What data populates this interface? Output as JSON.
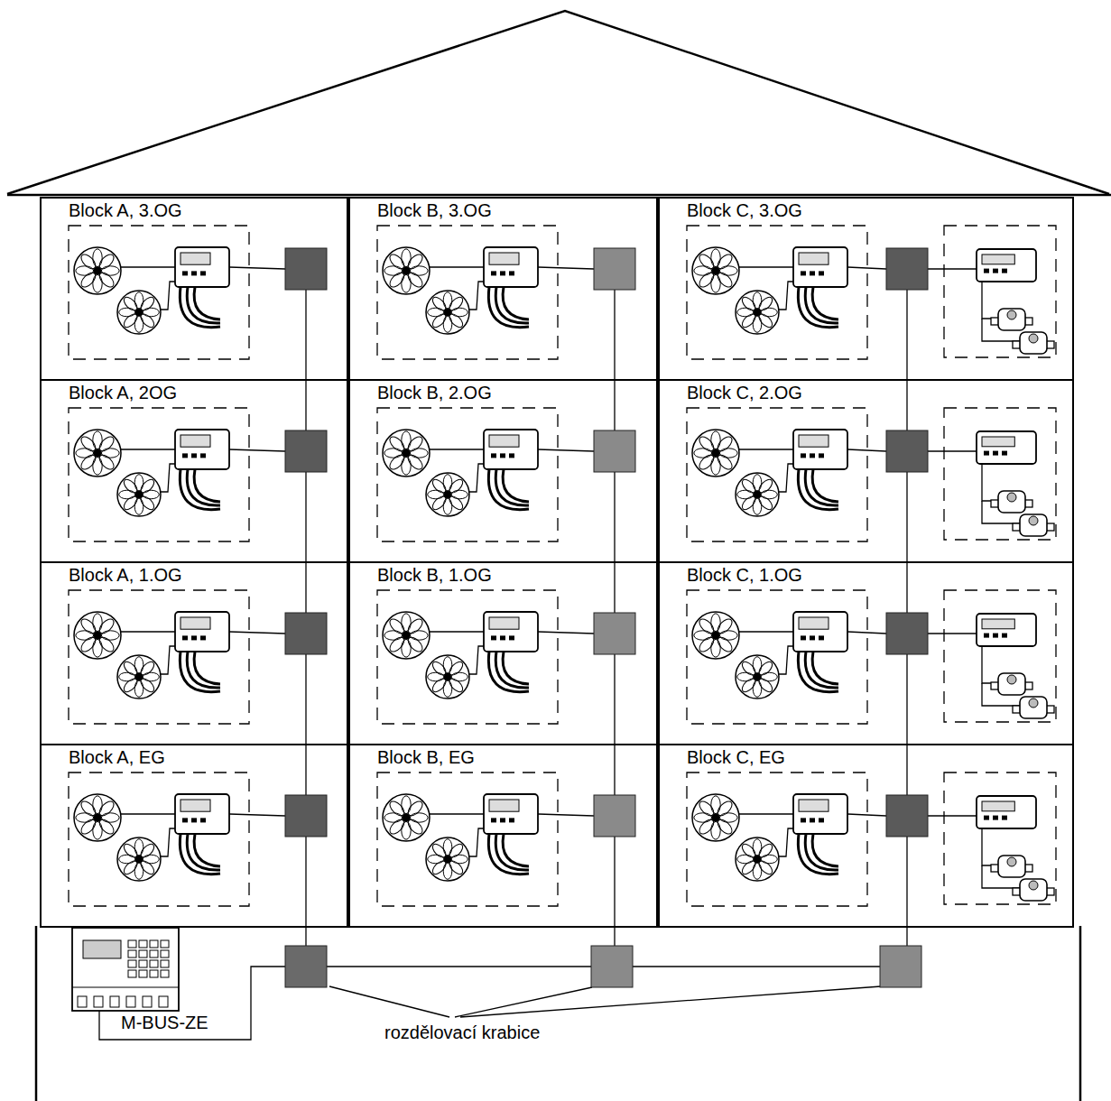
{
  "diagram": {
    "nodes": [
      {
        "text": [
          "Block A, 3.OG"
        ]
      },
      {
        "text": [
          "Block B, 3.OG"
        ]
      },
      {
        "text": [
          "Block C, 3.OG"
        ]
      },
      {
        "text": [
          "Block A, 2OG"
        ]
      },
      {
        "text": [
          "Block B, 2.OG"
        ]
      },
      {
        "text": [
          "Block C, 2.OG"
        ]
      },
      {
        "text": [
          "Block A, 1.OG"
        ]
      },
      {
        "text": [
          "Block B, 1.OG"
        ]
      },
      {
        "text": [
          "Block C, 1.OG"
        ]
      },
      {
        "text": [
          "Block A, EG"
        ]
      },
      {
        "text": [
          "Block B, EG"
        ]
      },
      {
        "text": [
          "Block C, EG"
        ]
      },
      {
        "text": [
          "M-BUS-ZE"
        ]
      }
    ],
    "labels": [
      "rozdělovací krabice"
    ]
  }
}
